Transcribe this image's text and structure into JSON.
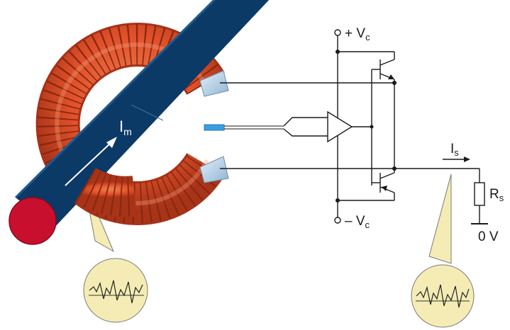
{
  "labels": {
    "primary_current": "I",
    "primary_current_sub": "m",
    "positive_supply": "+ V",
    "positive_supply_sub": "c",
    "negative_supply": "– V",
    "negative_supply_sub": "c",
    "secondary_current": "I",
    "secondary_current_sub": "s",
    "resistor": "R",
    "resistor_sub": "s",
    "ground": "0 V"
  },
  "colors": {
    "conductor": "#0c3a66",
    "conductor_end": "#c8102e",
    "coil": "#e8502a",
    "coil_dark": "#a8321a",
    "hall_sensor": "#b8d4ea",
    "sensor_chip": "#3b9ee0",
    "wire": "#1a1a1a",
    "bubble": "#f4ecb4"
  },
  "icons": {
    "left_scope": "noisy-waveform-icon",
    "right_scope": "noisy-waveform-icon"
  }
}
